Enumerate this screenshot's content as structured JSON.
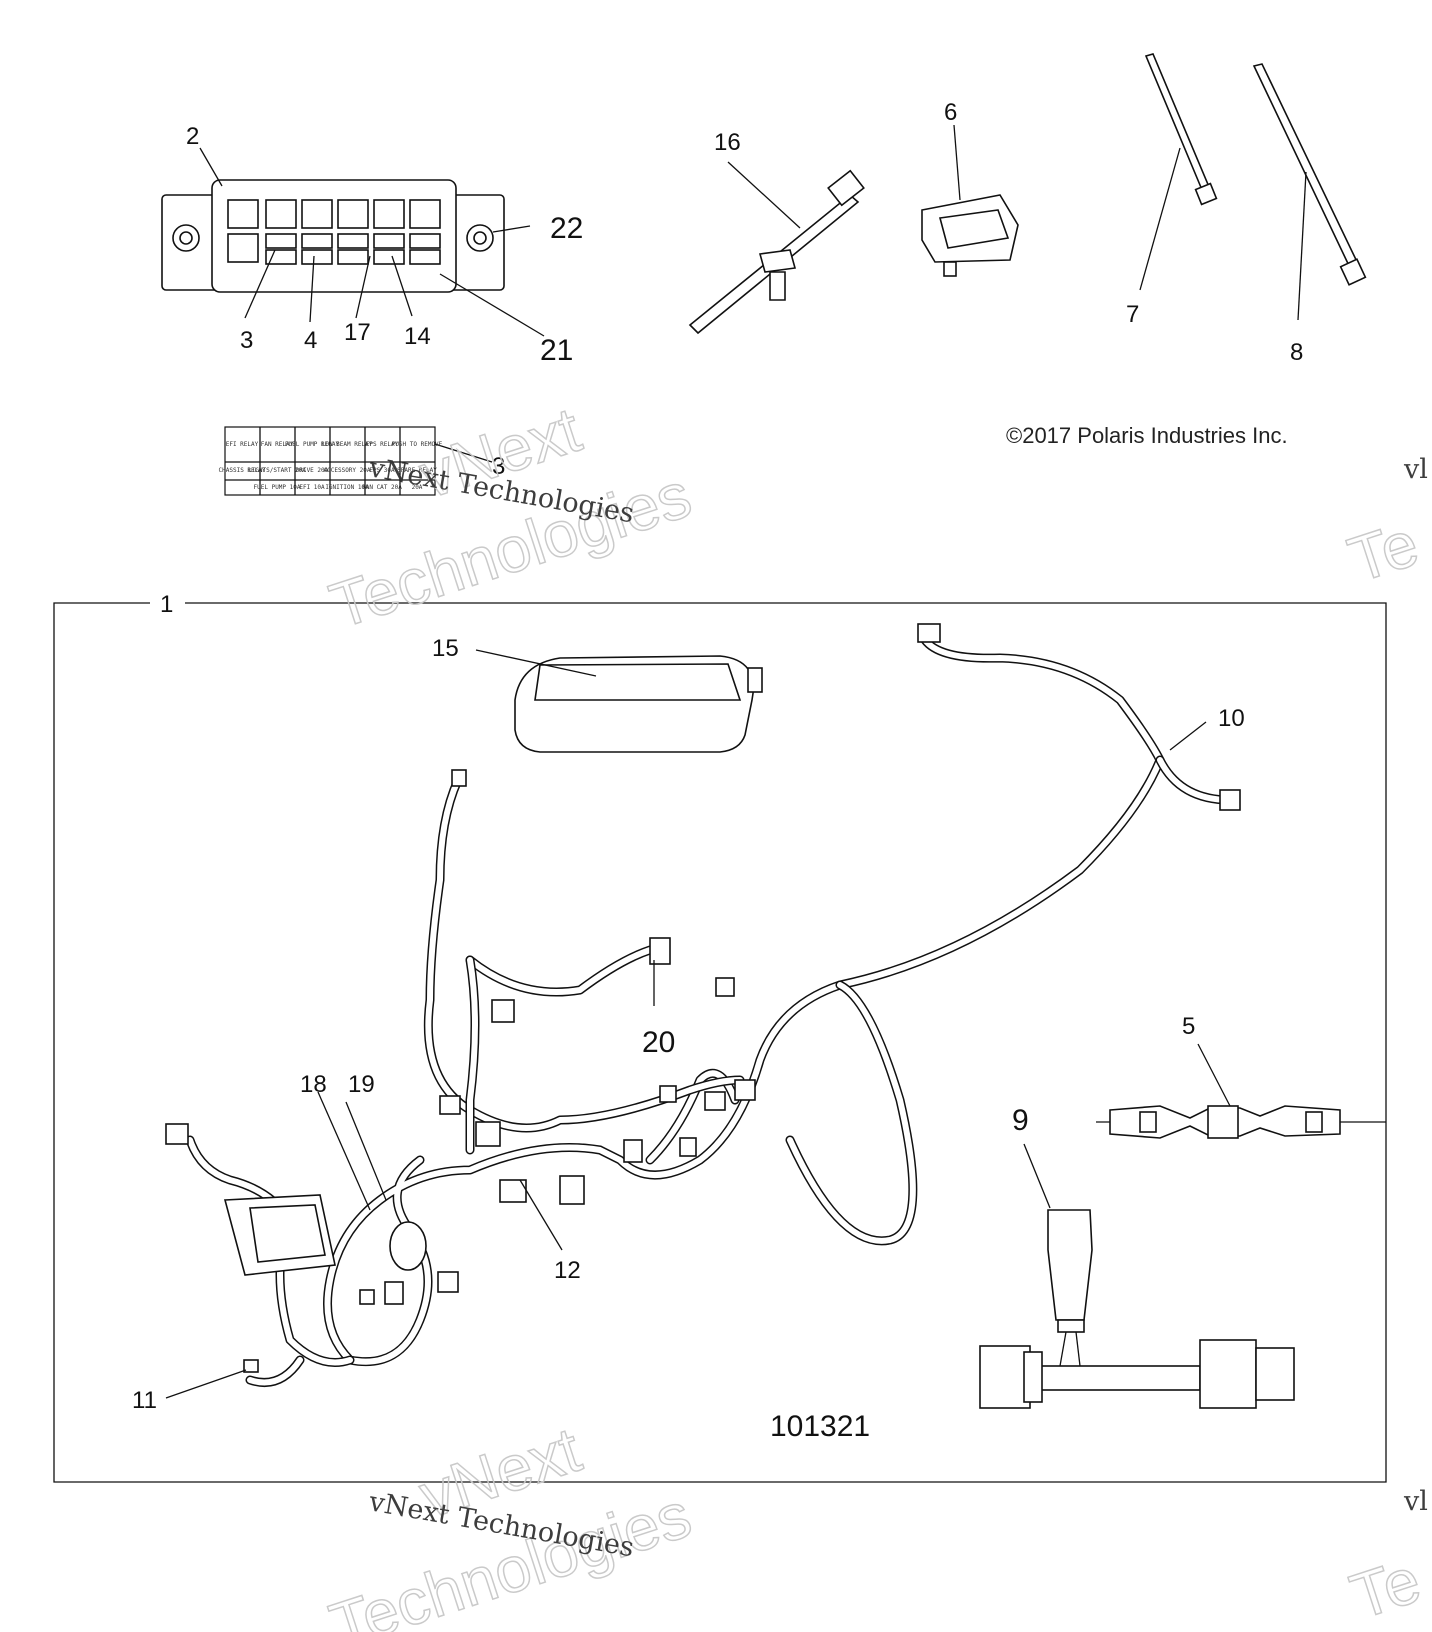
{
  "copyright": "©2017 Polaris Industries Inc.",
  "diagram_number": "101321",
  "watermark": {
    "line1": "vNext",
    "line2": "Technologies",
    "inline": "vNext Technologies",
    "edge_fragment": "vl",
    "edge_fragment2": "Te"
  },
  "callouts": [
    {
      "id": "c1",
      "label": "1"
    },
    {
      "id": "c2",
      "label": "2"
    },
    {
      "id": "c3a",
      "label": "3"
    },
    {
      "id": "c3b",
      "label": "3"
    },
    {
      "id": "c4",
      "label": "4"
    },
    {
      "id": "c5",
      "label": "5"
    },
    {
      "id": "c6",
      "label": "6"
    },
    {
      "id": "c7",
      "label": "7"
    },
    {
      "id": "c8",
      "label": "8"
    },
    {
      "id": "c9",
      "label": "9"
    },
    {
      "id": "c10",
      "label": "10"
    },
    {
      "id": "c11",
      "label": "11"
    },
    {
      "id": "c12",
      "label": "12"
    },
    {
      "id": "c14",
      "label": "14"
    },
    {
      "id": "c15",
      "label": "15"
    },
    {
      "id": "c16",
      "label": "16"
    },
    {
      "id": "c17",
      "label": "17"
    },
    {
      "id": "c18",
      "label": "18"
    },
    {
      "id": "c19",
      "label": "19"
    },
    {
      "id": "c20",
      "label": "20"
    },
    {
      "id": "c21",
      "label": "21"
    },
    {
      "id": "c22",
      "label": "22"
    }
  ],
  "fuse_label_table": {
    "row1": [
      "EFI RELAY",
      "FAN RELAY",
      "FUEL PUMP RELAY",
      "LOW BEAM RELAY",
      "EPS RELAY",
      "PUSH TO REMOVE"
    ],
    "row2": [
      "CHASSIS RELAY",
      "LIGHTS/START 20A",
      "DRIVE 20A",
      "ACCESSORY 20A",
      "EPS 30A",
      "SPARE RELAY"
    ],
    "row3": [
      "",
      "FUEL PUMP 10A",
      "EFI 10A",
      "IGNITION 10A",
      "FAN CAT 20A",
      "20A"
    ]
  }
}
